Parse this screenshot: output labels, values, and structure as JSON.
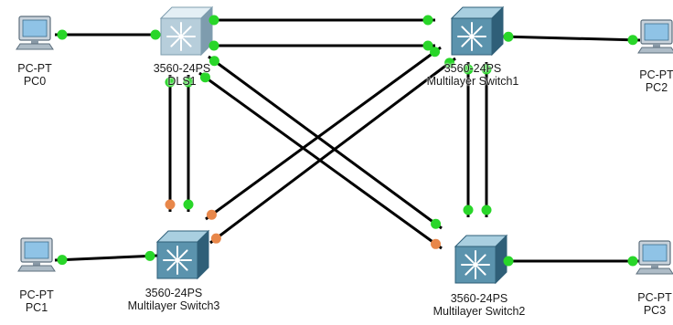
{
  "colors": {
    "link": "#000000",
    "port_up": "#29d629",
    "port_blocked": "#e8874a",
    "switch_face": "#5b93ad",
    "switch_dark": "#2f5f78",
    "switch_light": "#a9cfe0",
    "dls_face": "#b7cedb",
    "dls_light": "#e4eff5",
    "dls_dark": "#7e9cae",
    "pc_body": "#c9d3dc",
    "pc_screen": "#8fc3e6"
  },
  "devices": {
    "pc0": {
      "model": "PC-PT",
      "name": "PC0"
    },
    "pc1": {
      "model": "PC-PT",
      "name": "PC1"
    },
    "pc2": {
      "model": "PC-PT",
      "name": "PC2"
    },
    "pc3": {
      "model": "PC-PT",
      "name": "PC3"
    },
    "dls1": {
      "model": "3560-24PS",
      "name": "DLS1"
    },
    "msw1": {
      "model": "3560-24PS",
      "name": "Multilayer Switch1"
    },
    "msw2": {
      "model": "3560-24PS",
      "name": "Multilayer Switch2"
    },
    "msw3": {
      "model": "3560-24PS",
      "name": "Multilayer Switch3"
    }
  },
  "icons": {
    "pc": "pc-workstation-icon",
    "multilayer_switch": "multilayer-switch-icon"
  }
}
